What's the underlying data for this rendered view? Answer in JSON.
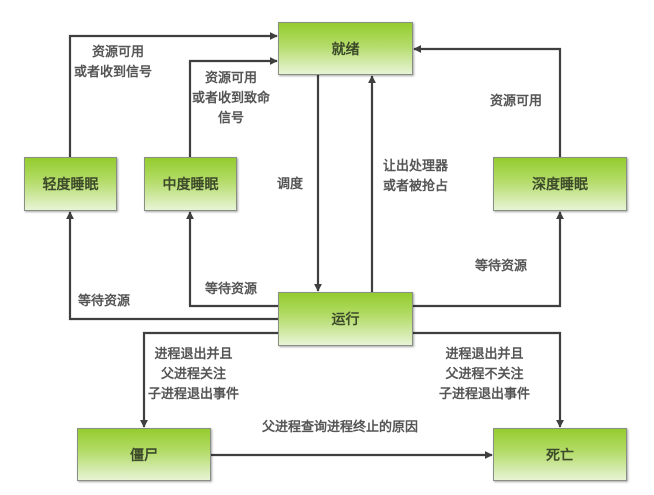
{
  "diagram": {
    "type": "state-transition",
    "colors": {
      "node_gradient_top": "#94cc2e",
      "node_gradient_bottom": "#e8f4d6",
      "node_text": "#3d4a2a",
      "edge": "#3f3f3f",
      "edge_label": "#555555"
    },
    "nodes": {
      "ready": "就绪",
      "running": "运行",
      "light_sleep": "轻度睡眠",
      "medium_sleep": "中度睡眠",
      "deep_sleep": "深度睡眠",
      "zombie": "僵尸",
      "dead": "死亡"
    },
    "edges": [
      {
        "id": "light-to-ready",
        "from": "轻度睡眠",
        "to": "就绪",
        "label_lines": [
          "资源可用",
          "或者收到信号"
        ]
      },
      {
        "id": "medium-to-ready",
        "from": "中度睡眠",
        "to": "就绪",
        "label_lines": [
          "资源可用",
          "或者收到致命",
          "信号"
        ]
      },
      {
        "id": "deep-to-ready",
        "from": "深度睡眠",
        "to": "就绪",
        "label_lines": [
          "资源可用"
        ]
      },
      {
        "id": "ready-to-running",
        "from": "就绪",
        "to": "运行",
        "label_lines": [
          "调度"
        ]
      },
      {
        "id": "running-to-ready",
        "from": "运行",
        "to": "就绪",
        "label_lines": [
          "让出处理器",
          "或者被抢占"
        ]
      },
      {
        "id": "running-to-light",
        "from": "运行",
        "to": "轻度睡眠",
        "label_lines": [
          "等待资源"
        ]
      },
      {
        "id": "running-to-medium",
        "from": "运行",
        "to": "中度睡眠",
        "label_lines": [
          "等待资源"
        ]
      },
      {
        "id": "running-to-deep",
        "from": "运行",
        "to": "深度睡眠",
        "label_lines": [
          "等待资源"
        ]
      },
      {
        "id": "running-to-zombie",
        "from": "运行",
        "to": "僵尸",
        "label_lines": [
          "进程退出并且",
          "父进程关注",
          "子进程退出事件"
        ]
      },
      {
        "id": "running-to-dead",
        "from": "运行",
        "to": "死亡",
        "label_lines": [
          "进程退出并且",
          "父进程不关注",
          "子进程退出事件"
        ]
      },
      {
        "id": "zombie-to-dead",
        "from": "僵尸",
        "to": "死亡",
        "label_lines": [
          "父进程查询进程终止的原因"
        ]
      }
    ]
  }
}
